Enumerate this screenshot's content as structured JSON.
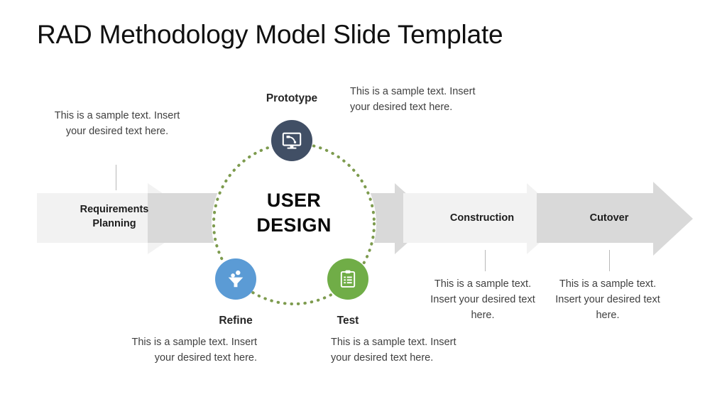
{
  "slide": {
    "title": "RAD Methodology Model Slide Template",
    "center": {
      "line1": "USER",
      "line2": "DESIGN"
    }
  },
  "colors": {
    "background": "#ffffff",
    "title_text": "#101010",
    "band_light": "#f2f2f2",
    "band_dark": "#d9d9d9",
    "dotted_circle": "#7d9b4e",
    "prototype_bubble": "#414f65",
    "refine_bubble": "#5b9bd5",
    "test_bubble": "#70ad47",
    "body_text": "#404040",
    "stage_text": "#1d1d1d"
  },
  "stages": [
    {
      "id": "requirements-planning",
      "label": "Requirements\nPlanning",
      "label_line1": "Requirements",
      "label_line2": "Planning",
      "tone": "light"
    },
    {
      "id": "construction",
      "label": "Construction",
      "tone": "light"
    },
    {
      "id": "cutover",
      "label": "Cutover",
      "tone": "dark"
    }
  ],
  "nodes": [
    {
      "id": "prototype",
      "label": "Prototype",
      "icon": "monitor-design-icon",
      "color": "#414f65"
    },
    {
      "id": "refine",
      "label": "Refine",
      "icon": "funnel-people-icon",
      "color": "#5b9bd5"
    },
    {
      "id": "test",
      "label": "Test",
      "icon": "clipboard-checklist-icon",
      "color": "#70ad47"
    }
  ],
  "text_blocks": {
    "requirements": "This is a sample text. Insert your desired text here.",
    "prototype": "This is a sample text. Insert your desired text here.",
    "refine": "This is a sample text. Insert your desired text here.",
    "test": "This is a sample text. Insert your desired text here.",
    "construction": "This is a sample text. Insert your desired text here.",
    "cutover": "This is a sample text. Insert your desired text here."
  }
}
